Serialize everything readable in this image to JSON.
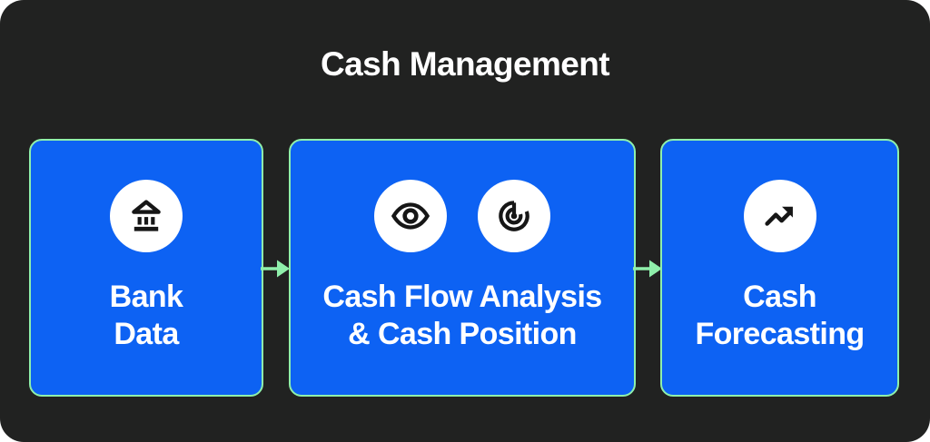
{
  "title": "Cash Management",
  "colors": {
    "panel_background": "#212221",
    "box_fill": "#0d62f3",
    "box_border": "#8ff0ab",
    "arrow": "#8ff0ab",
    "label_text": "#ffffff",
    "icon_color": "#161616",
    "icon_circle_fill": "#ffffff",
    "page_background": "#ffffff"
  },
  "boxes": [
    {
      "name": "bank-data",
      "label_lines": [
        "Bank",
        "Data"
      ],
      "icons": [
        "bank-icon"
      ]
    },
    {
      "name": "cash-flow-analysis",
      "label_lines": [
        "Cash Flow Analysis",
        "& Cash Position"
      ],
      "icons": [
        "eye-icon",
        "gauge-icon"
      ]
    },
    {
      "name": "cash-forecasting",
      "label_lines": [
        "Cash",
        "Forecasting"
      ],
      "icons": [
        "trending-up-icon"
      ]
    }
  ],
  "arrows": [
    {
      "from": "bank-data",
      "to": "cash-flow-analysis"
    },
    {
      "from": "cash-flow-analysis",
      "to": "cash-forecasting"
    }
  ]
}
